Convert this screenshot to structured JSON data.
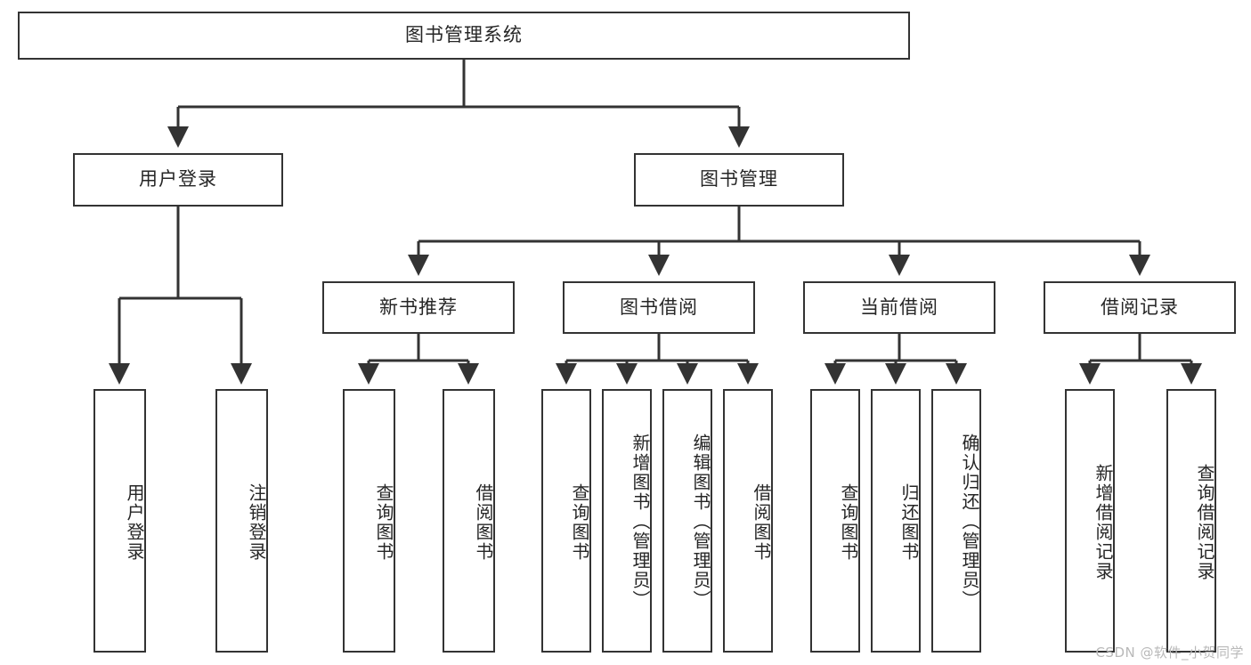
{
  "diagram": {
    "title": "图书管理系统",
    "watermark": "CSDN @软件_小贺同学",
    "stroke_color": "#333333",
    "text_color": "#262626",
    "background_color": "#ffffff",
    "root": {
      "label": "图书管理系统"
    },
    "level2": [
      {
        "label": "用户登录"
      },
      {
        "label": "图书管理"
      }
    ],
    "level3": [
      {
        "label": "新书推荐"
      },
      {
        "label": "图书借阅"
      },
      {
        "label": "当前借阅"
      },
      {
        "label": "借阅记录"
      }
    ],
    "leaves": {
      "user_login": [
        {
          "label": "用户登录"
        },
        {
          "label": "注销登录"
        }
      ],
      "new_book": [
        {
          "label": "查询图书"
        },
        {
          "label": "借阅图书"
        }
      ],
      "book_borrow": [
        {
          "label": "查询图书"
        },
        {
          "label": "新增图书（管理员）"
        },
        {
          "label": "编辑图书（管理员）"
        },
        {
          "label": "借阅图书"
        }
      ],
      "current_borrow": [
        {
          "label": "查询图书"
        },
        {
          "label": "归还图书"
        },
        {
          "label": "确认归还（管理员）"
        }
      ],
      "borrow_record": [
        {
          "label": "新增借阅记录"
        },
        {
          "label": "查询借阅记录"
        }
      ]
    }
  }
}
